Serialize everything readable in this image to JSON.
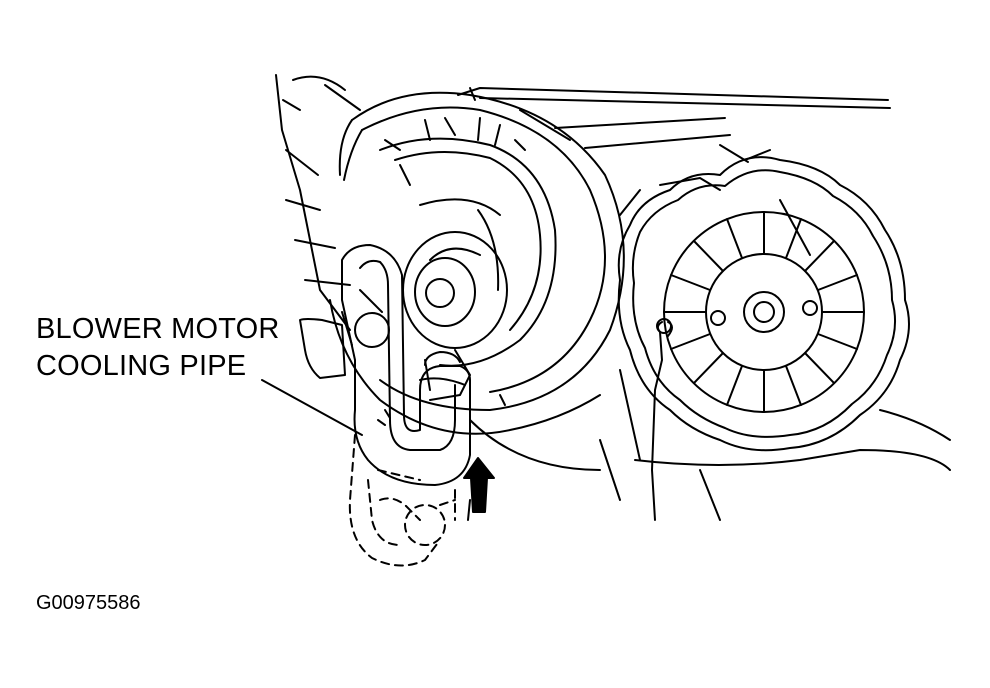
{
  "callout": {
    "line1": "BLOWER MOTOR",
    "line2": "COOLING PIPE"
  },
  "figure_id": "G00975586",
  "colors": {
    "ink": "#000000",
    "paper": "#ffffff"
  }
}
